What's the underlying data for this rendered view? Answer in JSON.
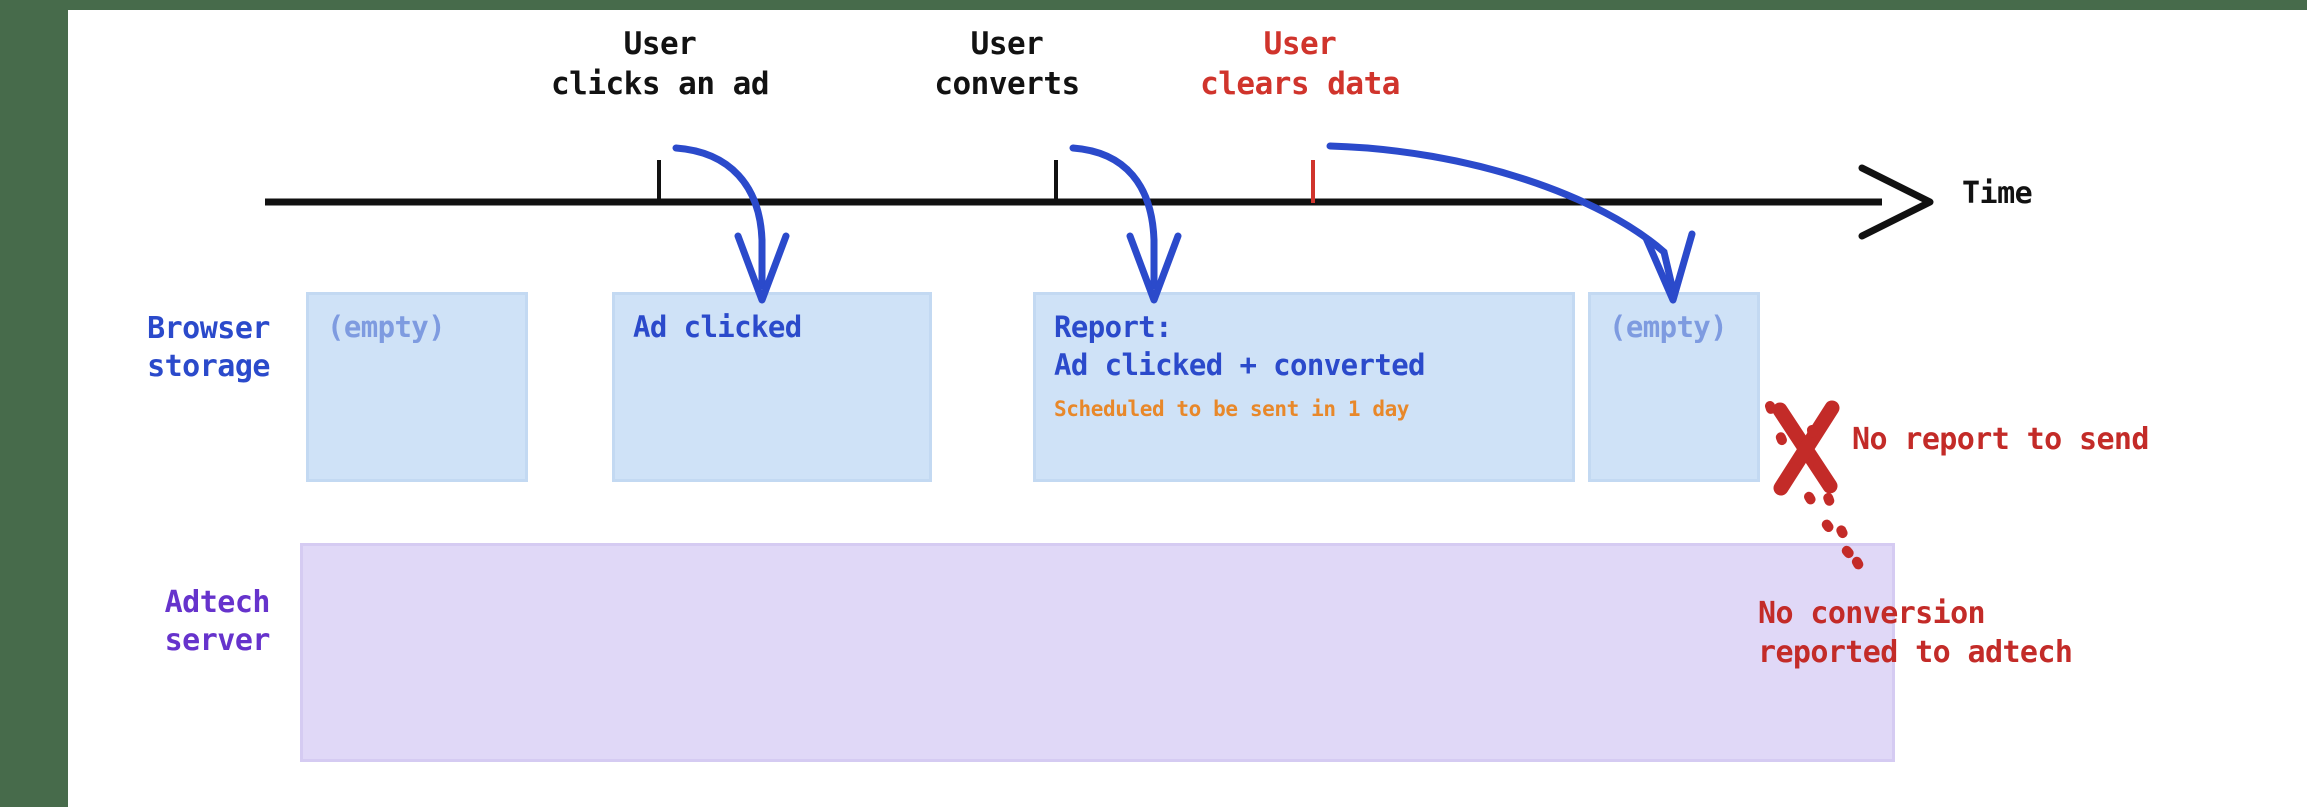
{
  "canvas": {
    "background_color": "#476B4B",
    "sheet_color": "#ffffff"
  },
  "timeline": {
    "axis_label": "Time",
    "axis_color": "#000000",
    "events": [
      {
        "id": "click",
        "label": "User\nclicks an ad",
        "color": "#121212",
        "tick_color": "#000000"
      },
      {
        "id": "convert",
        "label": "User\nconverts",
        "color": "#121212",
        "tick_color": "#000000"
      },
      {
        "id": "clear",
        "label": "User\nclears data",
        "color": "#D0342C",
        "tick_color": "#D0342C"
      }
    ]
  },
  "rows": {
    "browser": {
      "label": "Browser\nstorage",
      "color": "#2B4ACB"
    },
    "adtech": {
      "label": "Adtech\nserver",
      "color": "#6633CC"
    }
  },
  "browser_storage": {
    "fill_color": "#CFE2F7",
    "border_color": "#C3D9F2",
    "boxes": [
      {
        "id": "box-1",
        "title": "(empty)",
        "muted": true,
        "line2": "",
        "note": ""
      },
      {
        "id": "box-2",
        "title": "Ad clicked",
        "muted": false,
        "line2": "",
        "note": ""
      },
      {
        "id": "box-3",
        "title": "Report:",
        "muted": false,
        "line2": "Ad clicked + converted",
        "note": "Scheduled to be sent in 1 day"
      },
      {
        "id": "box-4",
        "title": "(empty)",
        "muted": true,
        "line2": "",
        "note": ""
      }
    ]
  },
  "adtech_server": {
    "fill_color": "#E0D8F7",
    "border_color": "#D5CBF2"
  },
  "annotations": {
    "no_report": "No report to send",
    "no_conversion": "No conversion\nreported to adtech",
    "color": "#C32B28",
    "x_mark": "failure-x-mark"
  }
}
